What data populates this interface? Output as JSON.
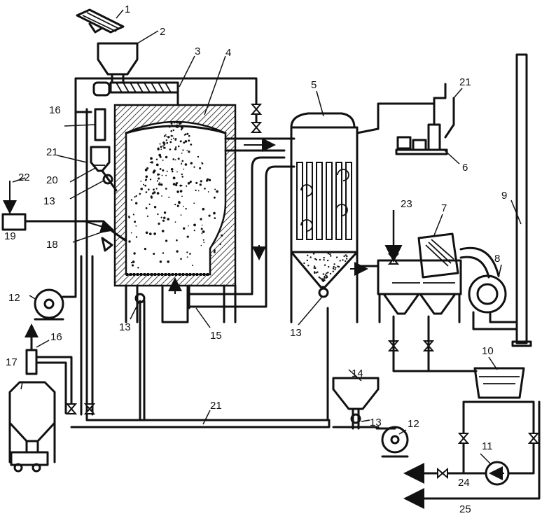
{
  "labels": {
    "n1": "1",
    "n2": "2",
    "n3": "3",
    "n4": "4",
    "n5": "5",
    "n6": "6",
    "n7": "7",
    "n8": "8",
    "n9": "9",
    "n10": "10",
    "n11": "11",
    "n12a": "12",
    "n12b": "12",
    "n13a": "13",
    "n13b": "13",
    "n13c": "13",
    "n13d": "13",
    "n14": "14",
    "n15": "15",
    "n16a": "16",
    "n16b": "16",
    "n17": "17",
    "n18": "18",
    "n19": "19",
    "n20": "20",
    "n21a": "21",
    "n21b": "21",
    "n21c": "21",
    "n22": "22",
    "n23": "23",
    "n24": "24",
    "n25": "25"
  }
}
